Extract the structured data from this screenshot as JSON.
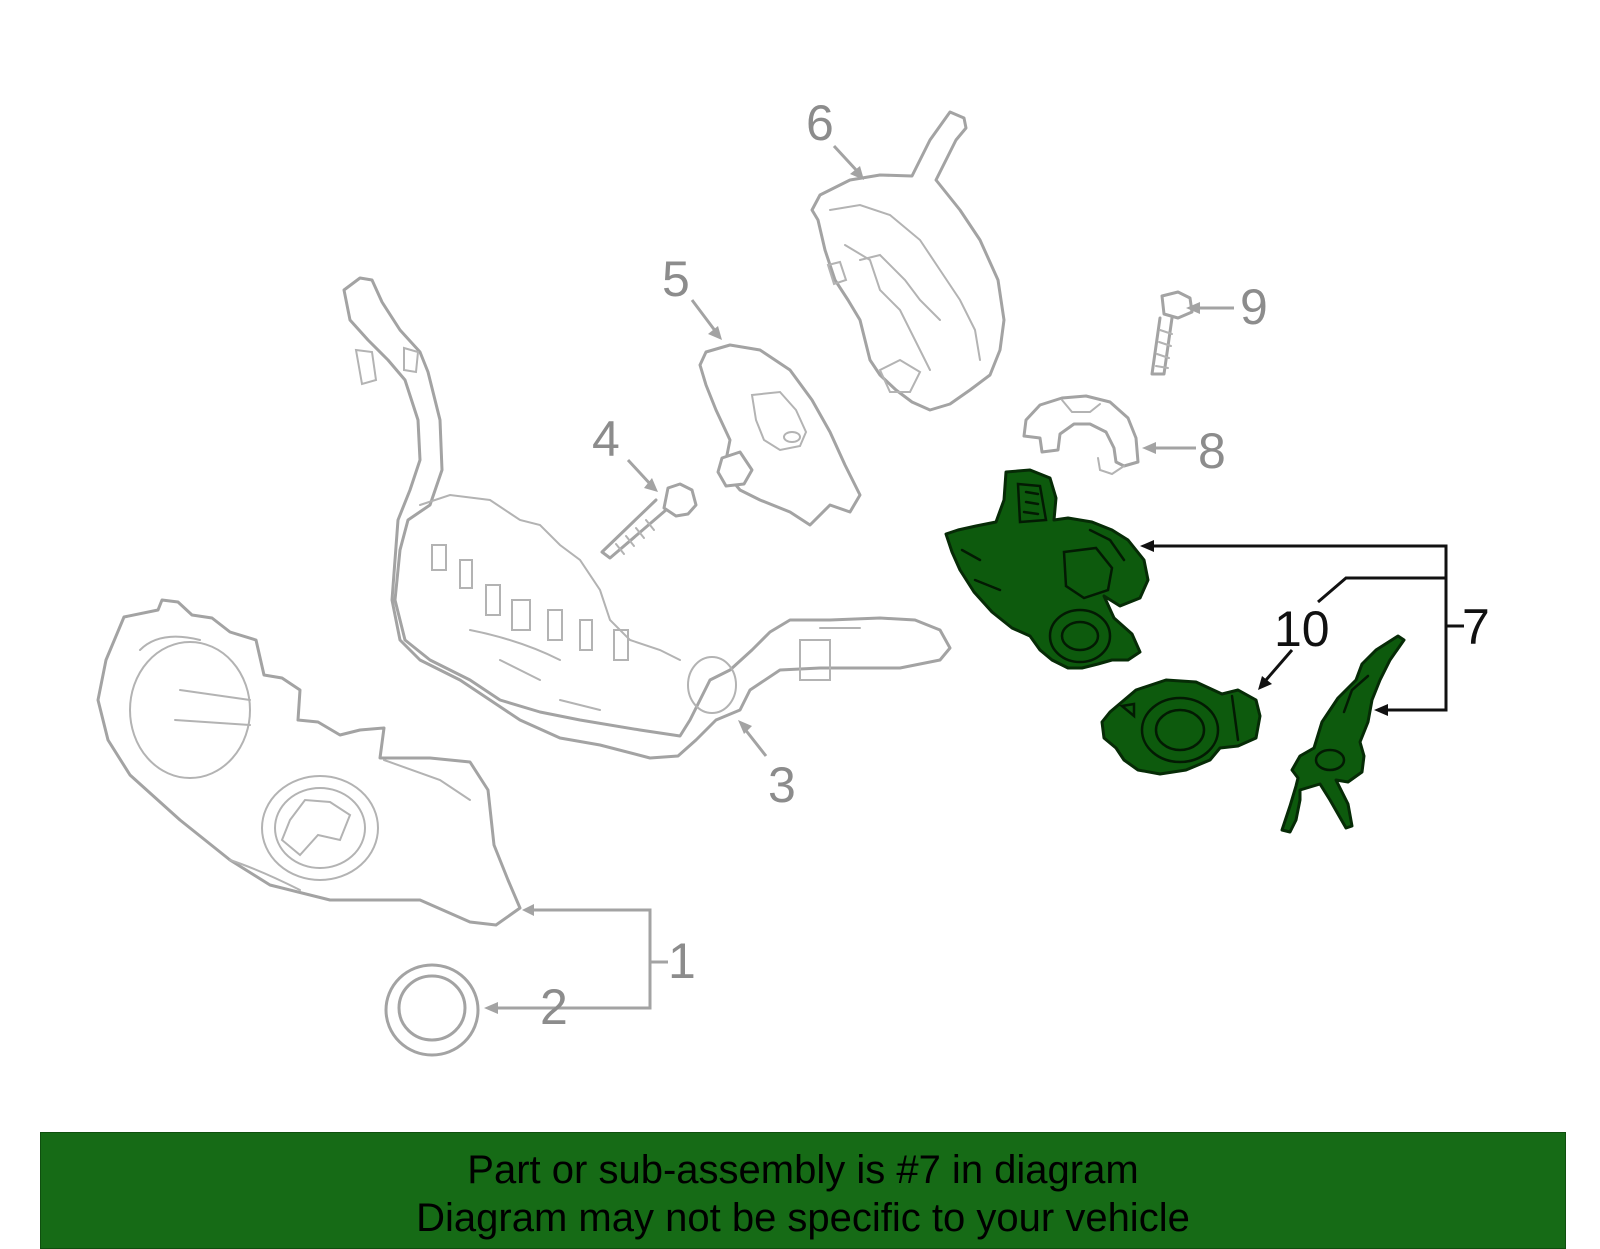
{
  "callouts": {
    "c1": "1",
    "c2": "2",
    "c3": "3",
    "c4": "4",
    "c5": "5",
    "c6": "6",
    "c7": "7",
    "c8": "8",
    "c9": "9",
    "c10": "10"
  },
  "banner": {
    "line1": "Part or sub-assembly is #7 in diagram",
    "line2": "Diagram may not be specific to your vehicle"
  },
  "colors": {
    "highlight": "#166b16",
    "part_outline": "#a3a3a3"
  }
}
